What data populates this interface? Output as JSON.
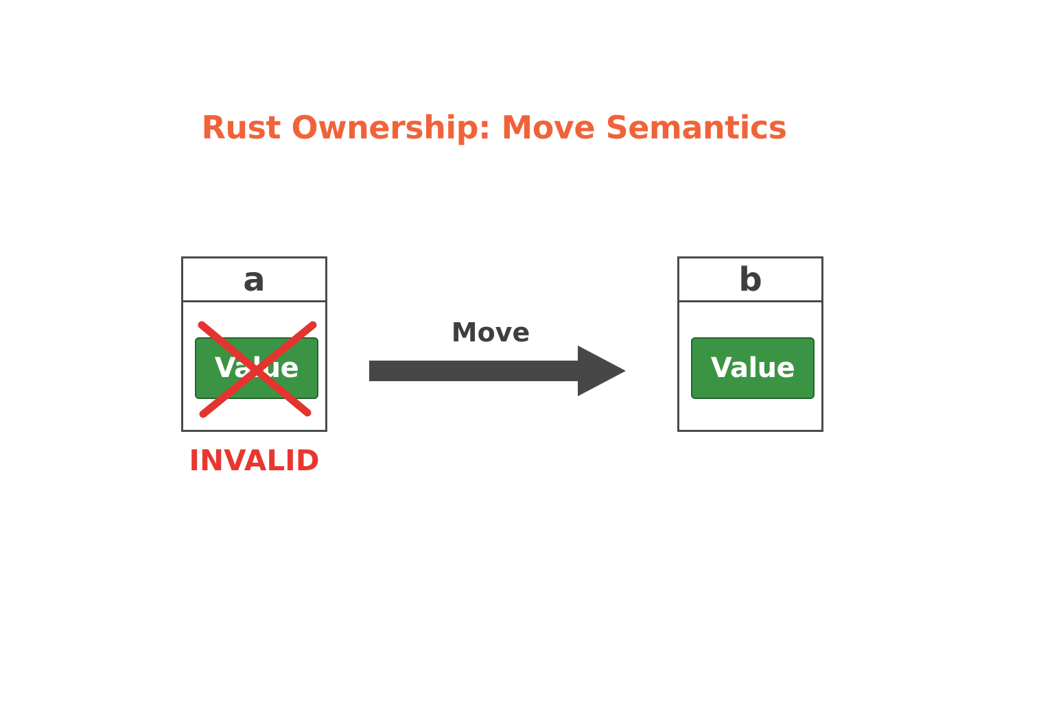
{
  "title": "Rust Ownership: Move Semantics",
  "source_variable": {
    "name": "a",
    "value_label": "Value",
    "status": "INVALID"
  },
  "target_variable": {
    "name": "b",
    "value_label": "Value"
  },
  "transition": {
    "label": "Move"
  },
  "colors": {
    "title": "#f0633a",
    "invalid": "#e8372f",
    "cross": "#e3342f",
    "value_fill": "#3b9444",
    "box_border": "#4a4a4a",
    "text_dark": "#3f3f3f",
    "arrow": "#474747"
  }
}
